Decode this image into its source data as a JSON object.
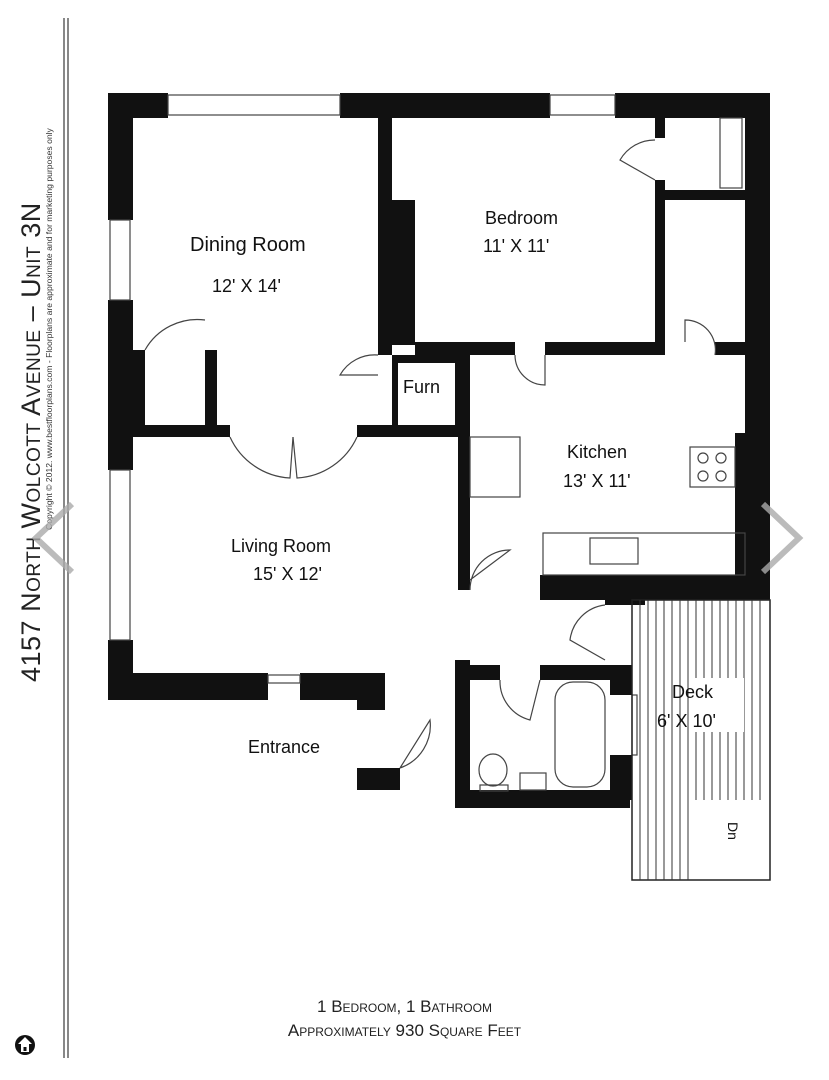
{
  "header": {
    "title": "4157 North Wolcott Avenue – Unit 3N",
    "copyright": "Copyright © 2012. www.bestfloorplans.com - Floorplans are approximate and for marketing purposes only"
  },
  "rooms": {
    "dining": {
      "name": "Dining Room",
      "size": "12' X 14'"
    },
    "bedroom": {
      "name": "Bedroom",
      "size": "11' X 11'"
    },
    "furn": {
      "name": "Furn"
    },
    "kitchen": {
      "name": "Kitchen",
      "size": "13' X 11'"
    },
    "living": {
      "name": "Living Room",
      "size": "15' X 12'"
    },
    "entrance": {
      "name": "Entrance"
    },
    "deck": {
      "name": "Deck",
      "size": "6' X 10'"
    },
    "stairs": {
      "label": "Dn"
    }
  },
  "footer": {
    "line1": "1 Bedroom, 1 Bathroom",
    "line2": "Approximately 930 Square Feet"
  },
  "nav": {
    "prev": "previous-arrow",
    "next": "next-arrow"
  }
}
